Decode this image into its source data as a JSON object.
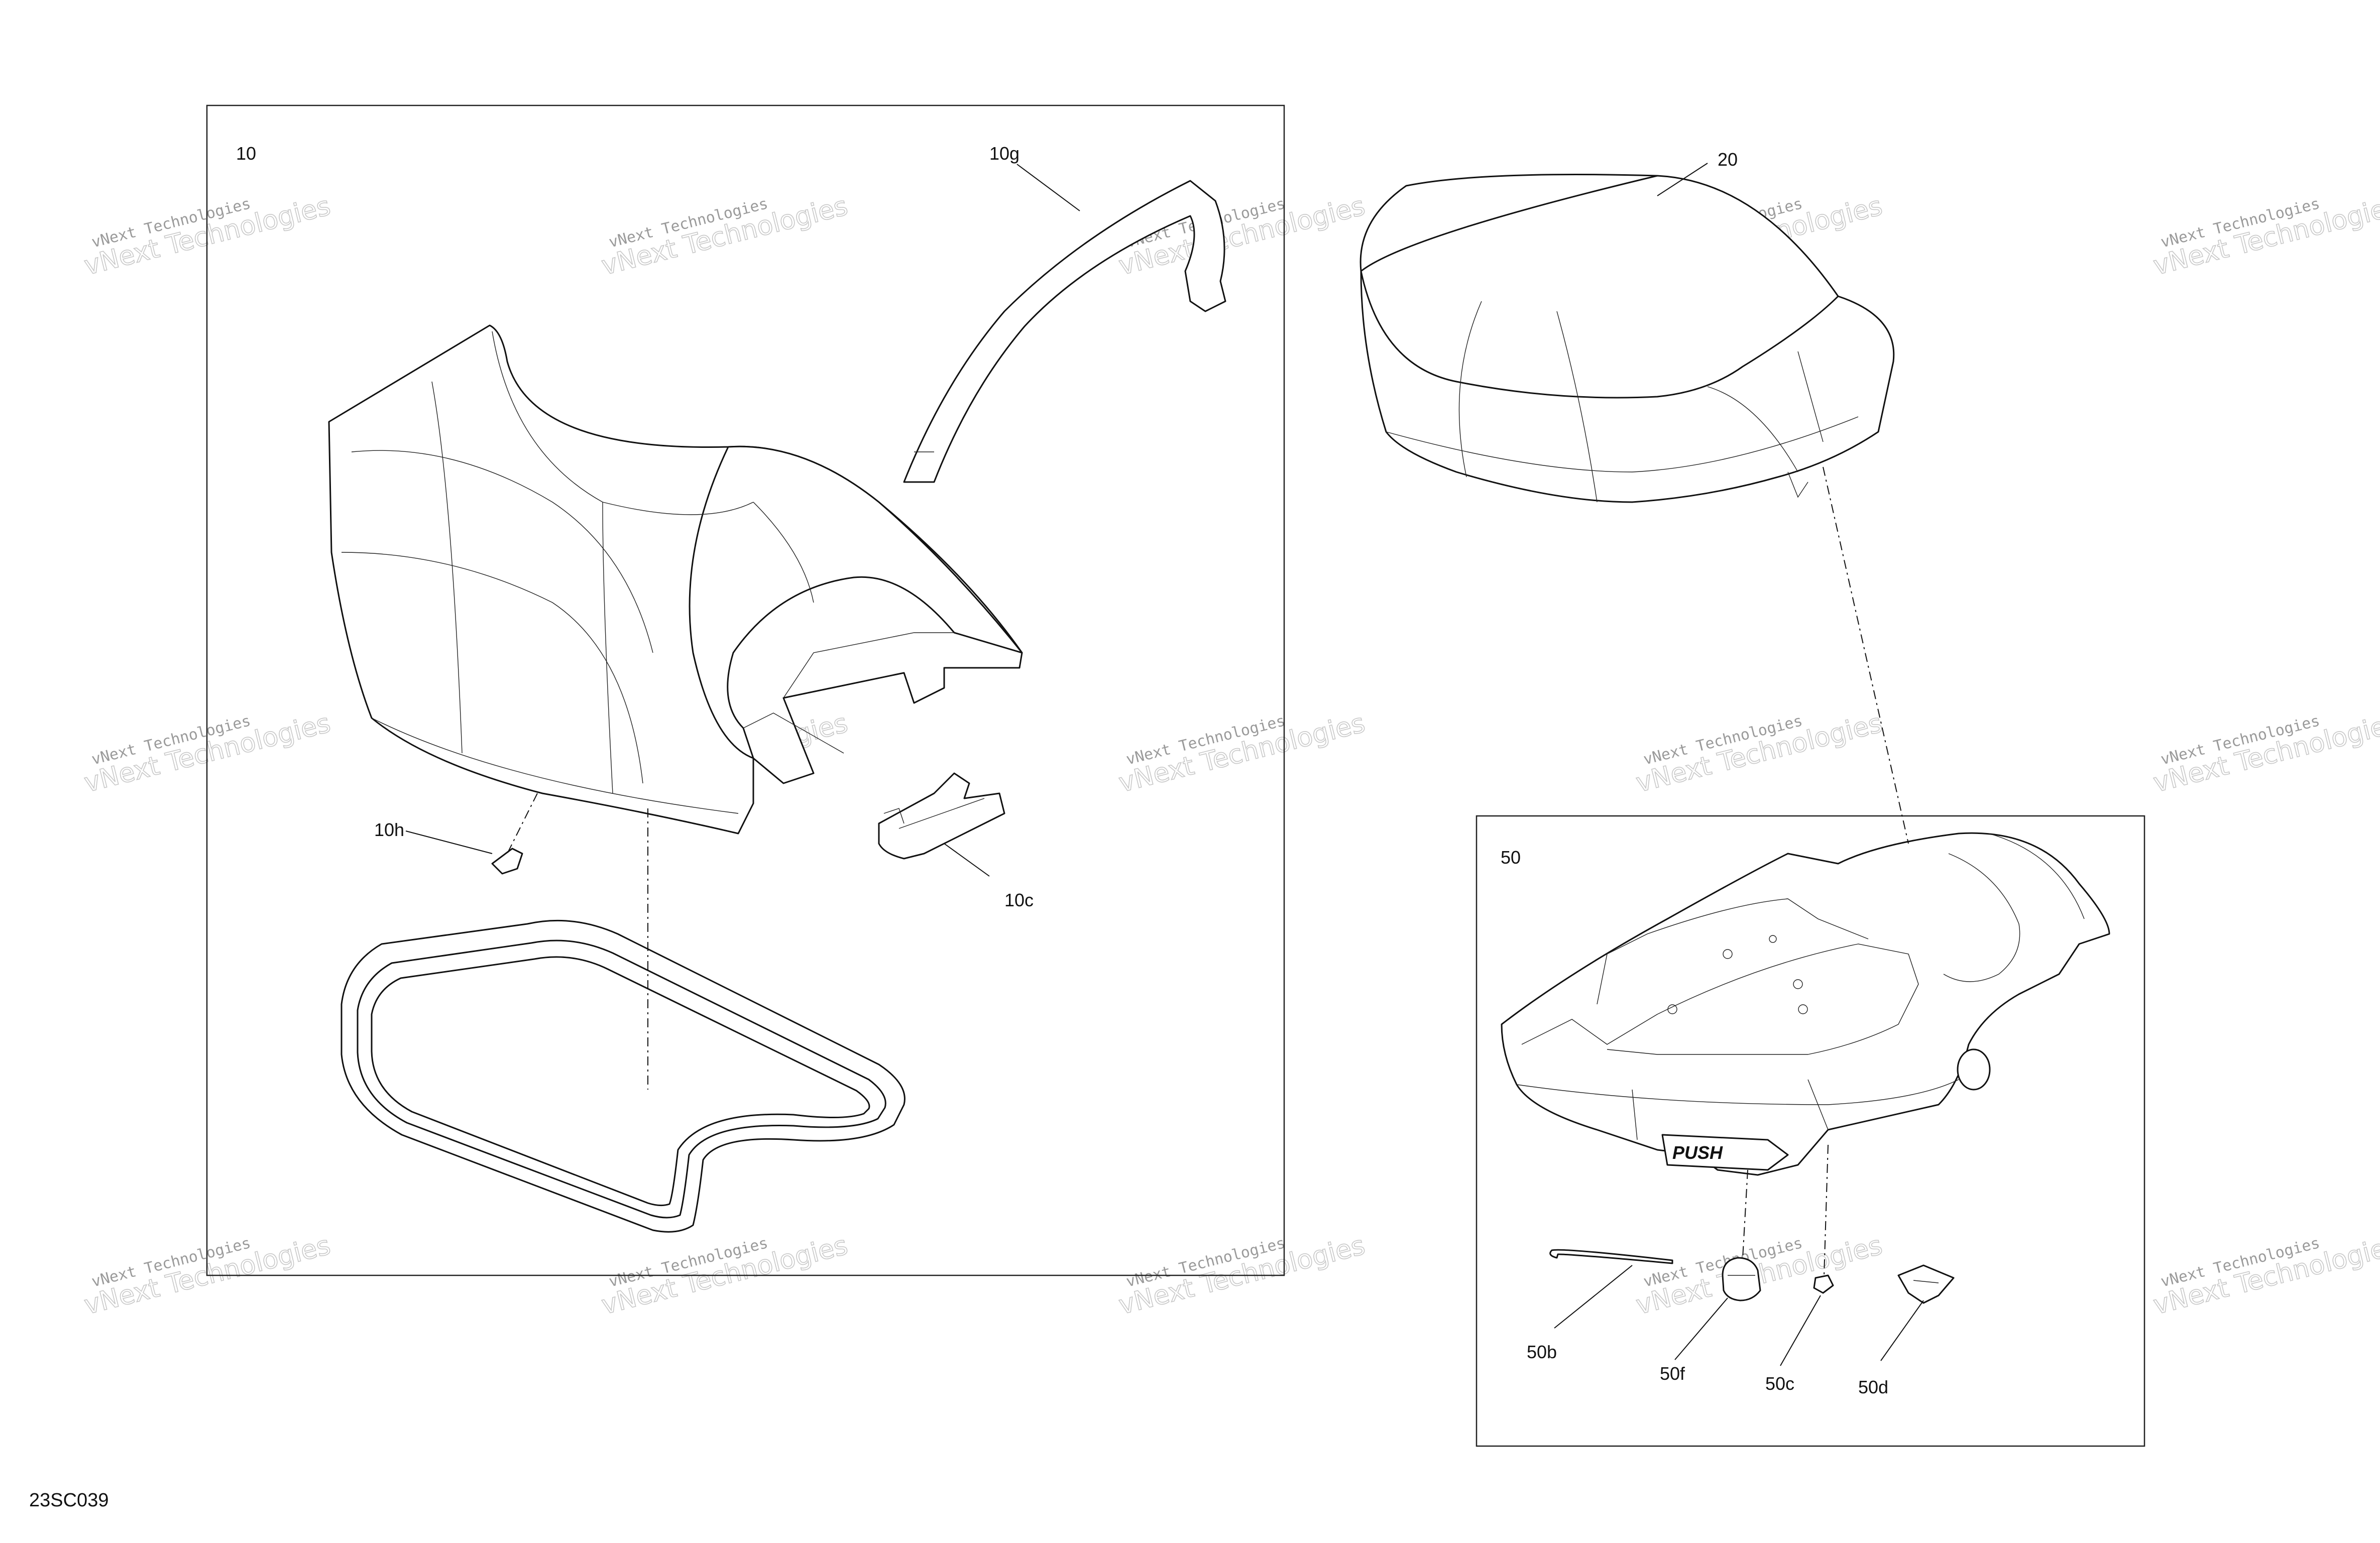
{
  "diagram_id": "23SC039",
  "callouts": {
    "c10": "10",
    "c10g": "10g",
    "c10h": "10h",
    "c10c": "10c",
    "c20": "20",
    "c50": "50",
    "c50b": "50b",
    "c50f": "50f",
    "c50c": "50c",
    "c50d": "50d"
  },
  "watermark": {
    "line1": "vNext Technologies",
    "line2": "vNext Technologies"
  },
  "badge_text": "PUSH"
}
